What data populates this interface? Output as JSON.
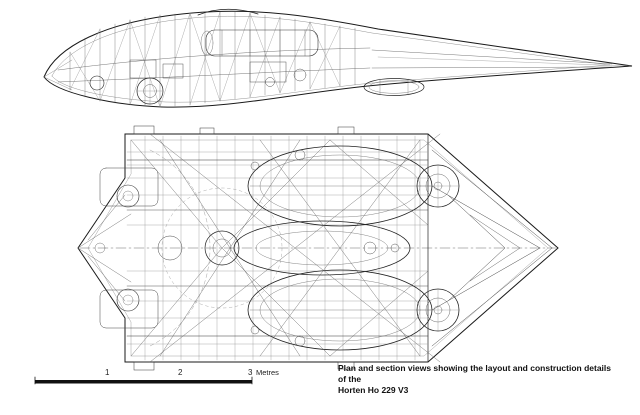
{
  "caption": {
    "line1": "Plan and section views showing the layout and construction details of the",
    "line2": "Horten Ho 229 V3"
  },
  "scale_bar": {
    "ticks": [
      "1",
      "2",
      "3"
    ],
    "unit": "Metres"
  },
  "colors": {
    "ink": "#1a1a1a",
    "background": "#ffffff"
  }
}
